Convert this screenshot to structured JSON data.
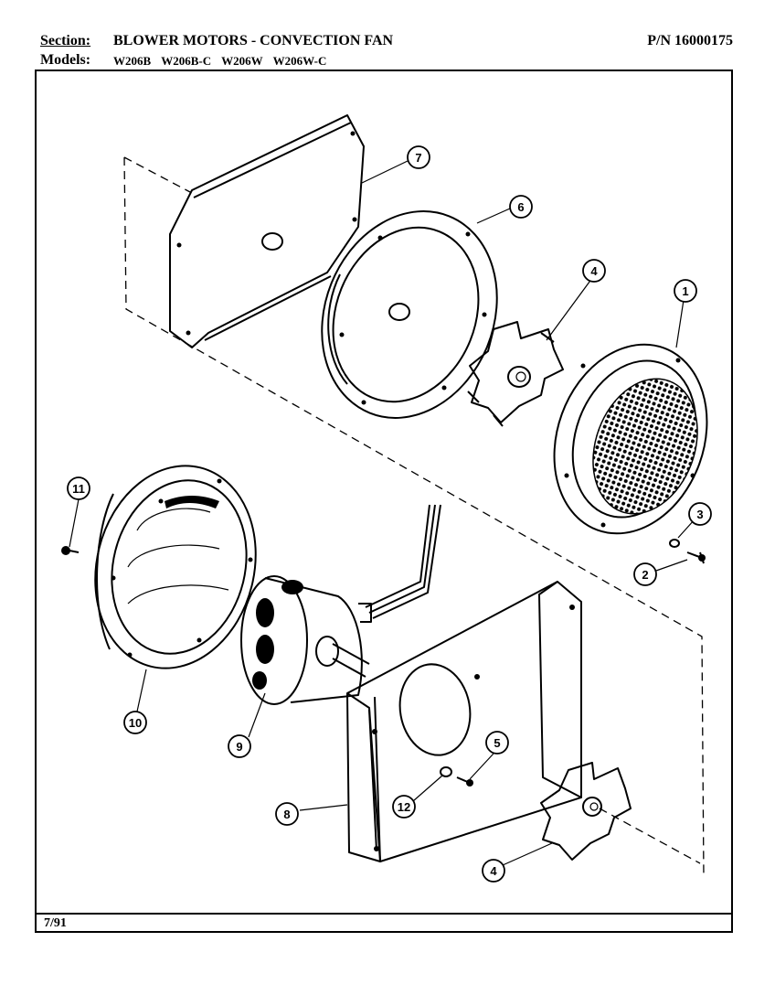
{
  "header": {
    "section_label": "Section:",
    "section_title": "BLOWER MOTORS - CONVECTION FAN",
    "part_number": "P/N 16000175",
    "models_label": "Models:",
    "models": [
      "W206B",
      "W206B-C",
      "W206W",
      "W206W-C"
    ]
  },
  "footer": {
    "date": "7/91"
  },
  "callouts": [
    {
      "id": "c7",
      "label": "7"
    },
    {
      "id": "c6",
      "label": "6"
    },
    {
      "id": "c4a",
      "label": "4"
    },
    {
      "id": "c1",
      "label": "1"
    },
    {
      "id": "c3",
      "label": "3"
    },
    {
      "id": "c2",
      "label": "2"
    },
    {
      "id": "c11",
      "label": "11"
    },
    {
      "id": "c10",
      "label": "10"
    },
    {
      "id": "c9",
      "label": "9"
    },
    {
      "id": "c5",
      "label": "5"
    },
    {
      "id": "c12",
      "label": "12"
    },
    {
      "id": "c8",
      "label": "8"
    },
    {
      "id": "c4b",
      "label": "4"
    }
  ]
}
